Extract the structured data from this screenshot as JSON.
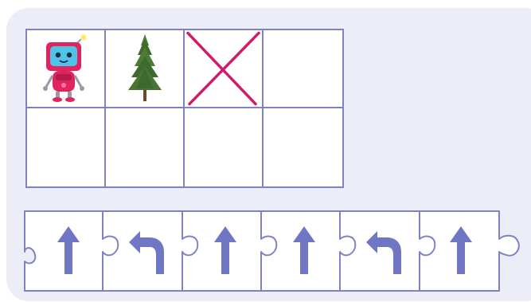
{
  "grid": {
    "rows": 2,
    "cols": 4,
    "cells": [
      [
        "robot-character",
        "pine-tree",
        "cross-mark",
        "empty"
      ],
      [
        "empty",
        "empty",
        "empty",
        "empty"
      ]
    ]
  },
  "commands": [
    "up-arrow-icon",
    "turn-left-arrow-icon",
    "up-arrow-icon",
    "up-arrow-icon",
    "turn-left-arrow-icon",
    "up-arrow-icon"
  ],
  "colors": {
    "panel": "#ecedf6",
    "grid_line": "#7f83c4",
    "arrow": "#6f76c4",
    "cross": "#d11a6a",
    "robot": "#e0245e",
    "tree": "#3f6a2e"
  }
}
